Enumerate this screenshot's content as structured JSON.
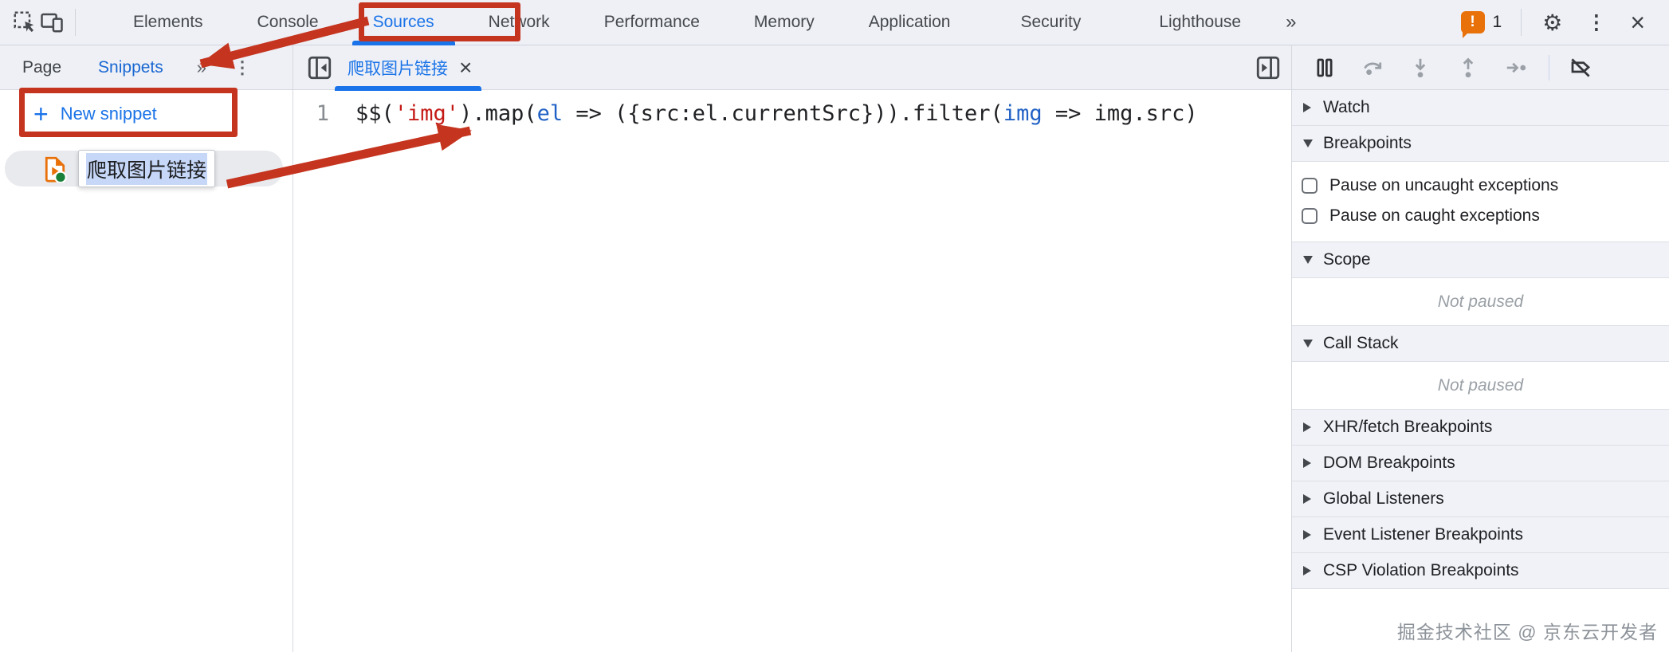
{
  "topbar": {
    "tabs": [
      {
        "label": "Elements",
        "selected": false
      },
      {
        "label": "Console",
        "selected": false
      },
      {
        "label": "Sources",
        "selected": true
      },
      {
        "label": "Network",
        "selected": false
      },
      {
        "label": "Performance",
        "selected": false
      },
      {
        "label": "Memory",
        "selected": false
      },
      {
        "label": "Application",
        "selected": false
      },
      {
        "label": "Security",
        "selected": false
      },
      {
        "label": "Lighthouse",
        "selected": false
      }
    ],
    "more_tabs_glyph": "»",
    "error_badge": {
      "glyph": "!",
      "count": "1"
    },
    "settings_glyph": "⚙",
    "menu_glyph": "⋮",
    "close_glyph": "×"
  },
  "navigator": {
    "tabs": [
      {
        "label": "Page",
        "selected": false
      },
      {
        "label": "Snippets",
        "selected": true
      }
    ],
    "more_glyph": "»",
    "menu_glyph": "⋮",
    "new_snippet": {
      "plus_glyph": "+",
      "label": "New snippet"
    },
    "snippet": {
      "name": "爬取图片链接",
      "status": "running"
    }
  },
  "editor": {
    "tab": {
      "label": "爬取图片链接",
      "close_glyph": "×"
    },
    "line_number": "1",
    "code_tokens": [
      {
        "text": "$$(",
        "type": "plain"
      },
      {
        "text": "'img'",
        "type": "string"
      },
      {
        "text": ").map(",
        "type": "plain"
      },
      {
        "text": "el",
        "type": "param"
      },
      {
        "text": " => ({src:el.currentSrc})).filter(",
        "type": "plain"
      },
      {
        "text": "img",
        "type": "param"
      },
      {
        "text": " => img.src)",
        "type": "plain"
      }
    ]
  },
  "debugger": {
    "sections": {
      "watch": "Watch",
      "breakpoints": "Breakpoints",
      "scope": "Scope",
      "call_stack": "Call Stack",
      "xhr": "XHR/fetch Breakpoints",
      "dom": "DOM Breakpoints",
      "global": "Global Listeners",
      "event": "Event Listener Breakpoints",
      "csp": "CSP Violation Breakpoints"
    },
    "breakpoint_options": [
      {
        "label": "Pause on uncaught exceptions",
        "checked": false
      },
      {
        "label": "Pause on caught exceptions",
        "checked": false
      }
    ],
    "not_paused": "Not paused"
  },
  "watermark": "掘金技术社区 @ 京东云开发者",
  "colors": {
    "accent_blue": "#1a73e8",
    "annotation_red": "#c5341f",
    "badge_orange": "#e8710a",
    "snippet_icon_orange": "#e8710a",
    "running_green": "#188038",
    "code_string_red": "#c41a16",
    "code_param_blue": "#2160c4",
    "toolbar_bg": "#eef0f6"
  }
}
